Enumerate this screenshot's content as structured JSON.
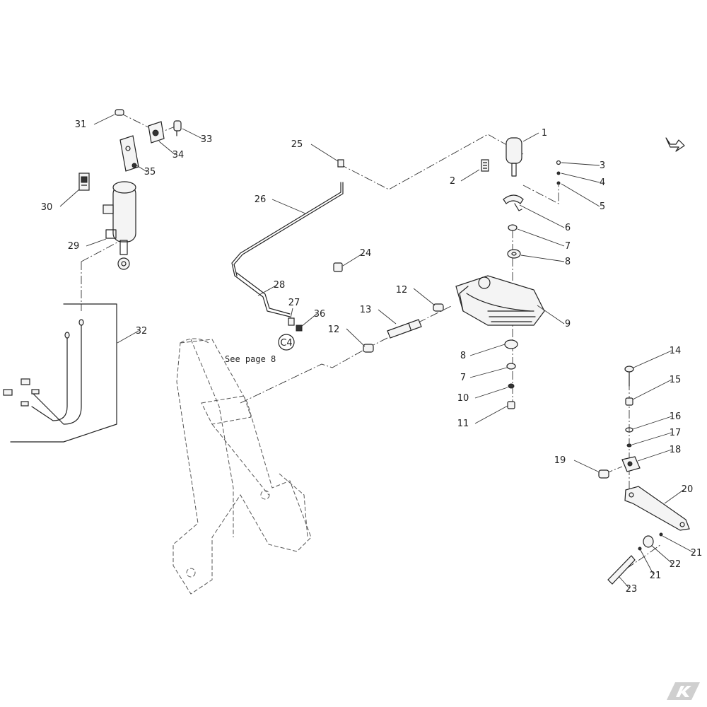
{
  "diagram": {
    "callouts": [
      {
        "id": "c1",
        "text": "1"
      },
      {
        "id": "c2",
        "text": "2"
      },
      {
        "id": "c3",
        "text": "3"
      },
      {
        "id": "c4",
        "text": "4"
      },
      {
        "id": "c5",
        "text": "5"
      },
      {
        "id": "c6",
        "text": "6"
      },
      {
        "id": "c7a",
        "text": "7"
      },
      {
        "id": "c8a",
        "text": "8"
      },
      {
        "id": "c9",
        "text": "9"
      },
      {
        "id": "c8b",
        "text": "8"
      },
      {
        "id": "c7b",
        "text": "7"
      },
      {
        "id": "c10",
        "text": "10"
      },
      {
        "id": "c11",
        "text": "11"
      },
      {
        "id": "c12a",
        "text": "12"
      },
      {
        "id": "c12b",
        "text": "12"
      },
      {
        "id": "c13",
        "text": "13"
      },
      {
        "id": "c14",
        "text": "14"
      },
      {
        "id": "c15",
        "text": "15"
      },
      {
        "id": "c16",
        "text": "16"
      },
      {
        "id": "c17",
        "text": "17"
      },
      {
        "id": "c18",
        "text": "18"
      },
      {
        "id": "c19",
        "text": "19"
      },
      {
        "id": "c20",
        "text": "20"
      },
      {
        "id": "c21a",
        "text": "21"
      },
      {
        "id": "c21b",
        "text": "21"
      },
      {
        "id": "c22",
        "text": "22"
      },
      {
        "id": "c23",
        "text": "23"
      },
      {
        "id": "c24",
        "text": "24"
      },
      {
        "id": "c25",
        "text": "25"
      },
      {
        "id": "c26",
        "text": "26"
      },
      {
        "id": "c27",
        "text": "27"
      },
      {
        "id": "c28",
        "text": "28"
      },
      {
        "id": "c29",
        "text": "29"
      },
      {
        "id": "c30",
        "text": "30"
      },
      {
        "id": "c31",
        "text": "31"
      },
      {
        "id": "c32",
        "text": "32"
      },
      {
        "id": "c33",
        "text": "33"
      },
      {
        "id": "c34",
        "text": "34"
      },
      {
        "id": "c35",
        "text": "35"
      },
      {
        "id": "c36",
        "text": "36"
      }
    ],
    "reference": {
      "badge": "C4",
      "note": "See page 8"
    }
  }
}
